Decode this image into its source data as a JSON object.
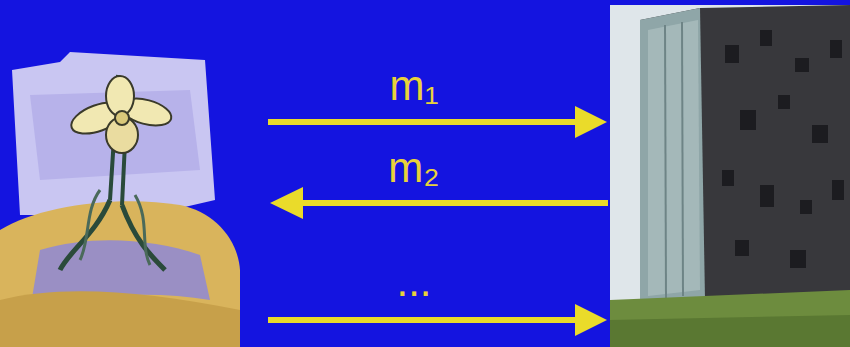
{
  "diagram": {
    "labels": [
      "m₁",
      "m₂",
      "..."
    ]
  }
}
